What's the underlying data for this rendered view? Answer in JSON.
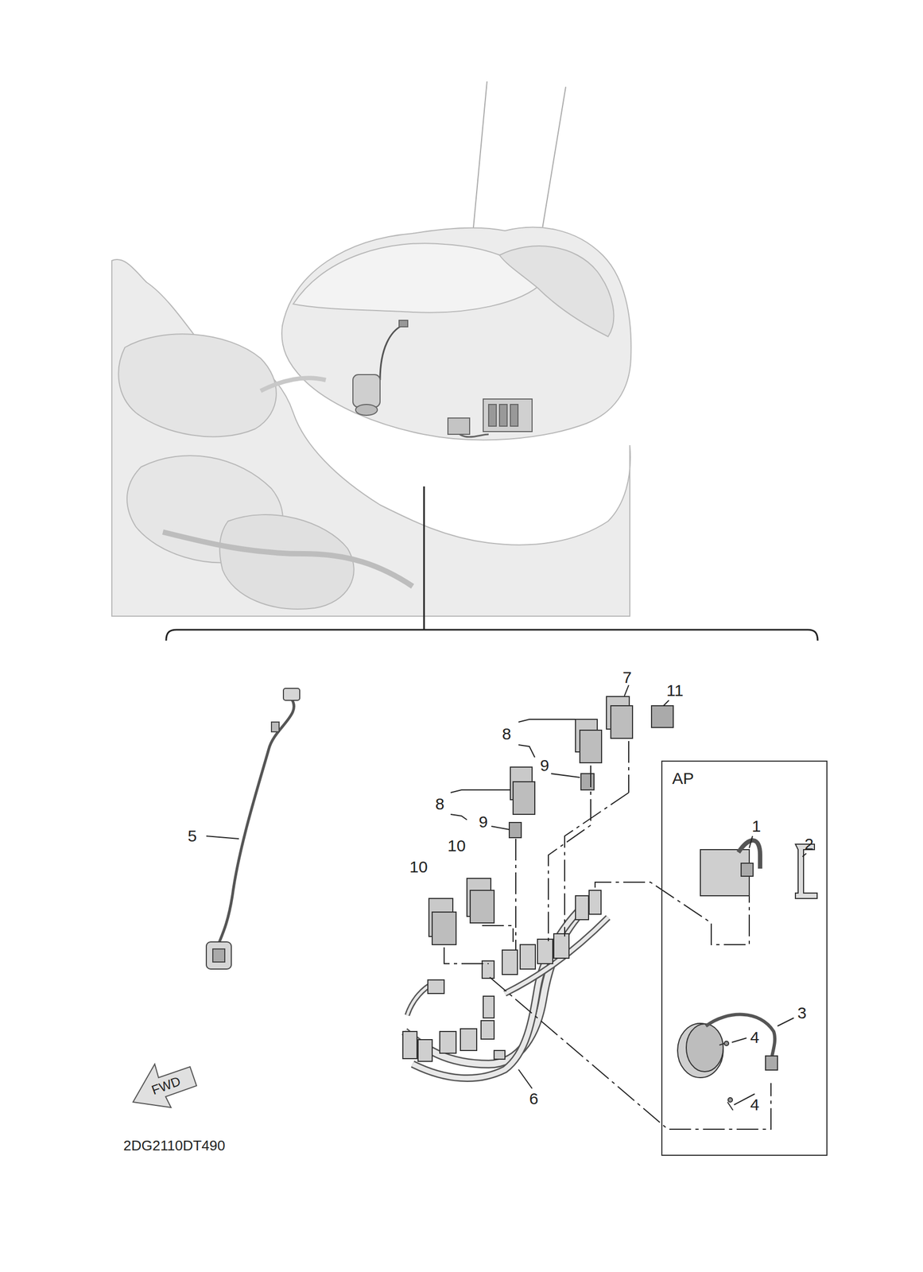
{
  "diagram": {
    "nodes": [
      {
        "text": [
          "AP"
        ]
      }
    ],
    "labels": [
      "7",
      "11",
      "8",
      "9",
      "8",
      "9",
      "10",
      "10",
      "5",
      "1",
      "2",
      "3",
      "4",
      "6",
      "4",
      "FWD",
      "2DG2110DT490"
    ]
  }
}
